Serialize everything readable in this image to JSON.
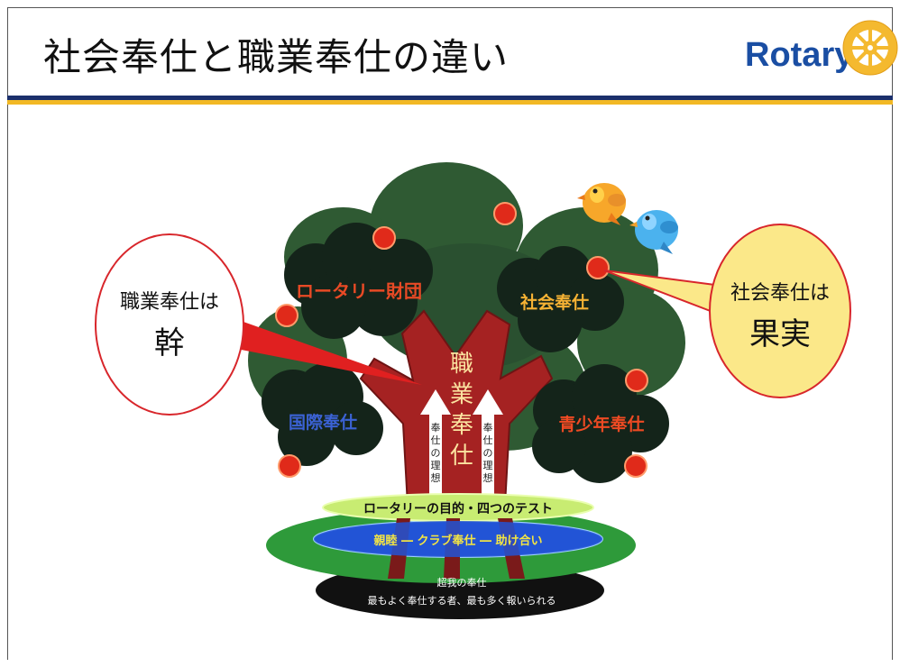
{
  "slide": {
    "title": "社会奉仕と職業奉仕の違い",
    "brand": "Rotary"
  },
  "diagram": {
    "callout_left": {
      "line1": "職業奉仕は",
      "line2": "幹"
    },
    "callout_right": {
      "line1": "社会奉仕は",
      "line2": "果実"
    },
    "canopy_labels": {
      "foundation": "ロータリー財団",
      "community": "社会奉仕",
      "international": "国際奉仕",
      "youth": "青少年奉仕"
    },
    "trunk": {
      "main": [
        "職",
        "業",
        "奉",
        "仕"
      ],
      "arrow_left": [
        "奉",
        "仕",
        "の",
        "理",
        "想"
      ],
      "arrow_right": [
        "奉",
        "仕",
        "の",
        "理",
        "想"
      ]
    },
    "rings": {
      "top": "ロータリーの目的・四つのテスト",
      "middle": "親睦 ― クラブ奉仕 ― 助け合い",
      "bottom_line1": "超我の奉仕",
      "bottom_line2": "最もよく奉仕する者、最も多く報いられる"
    },
    "colors": {
      "foliage": "#2f5a33",
      "foliage_dark": "#14241a",
      "trunk": "#a52222",
      "fruit": "#e02a1a",
      "callout_border": "#d8262b",
      "callout_right_fill": "#fbe889",
      "foundation_label": "#e84a25",
      "community_label": "#f6b234",
      "international_label": "#3b62d4",
      "youth_label": "#ee4a23"
    }
  }
}
